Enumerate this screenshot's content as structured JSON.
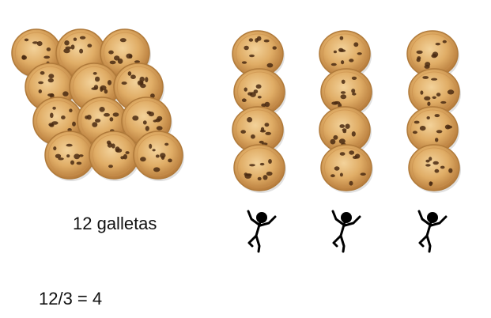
{
  "cookies_label": "12 galletas",
  "equation": "12/3 = 4",
  "total_cookies": 12,
  "groups": 3,
  "cookies_per_group": 4,
  "icons": {
    "cookie": "chocolate-chip-cookie-icon",
    "person": "stick-figure-icon"
  },
  "colors": {
    "cookie_base": "#d9a45c",
    "cookie_light": "#f0c98a",
    "cookie_edge": "#b07a3a",
    "chocolate_chip": "#4a2a12",
    "stick_figure": "#000000",
    "text": "#111111"
  }
}
